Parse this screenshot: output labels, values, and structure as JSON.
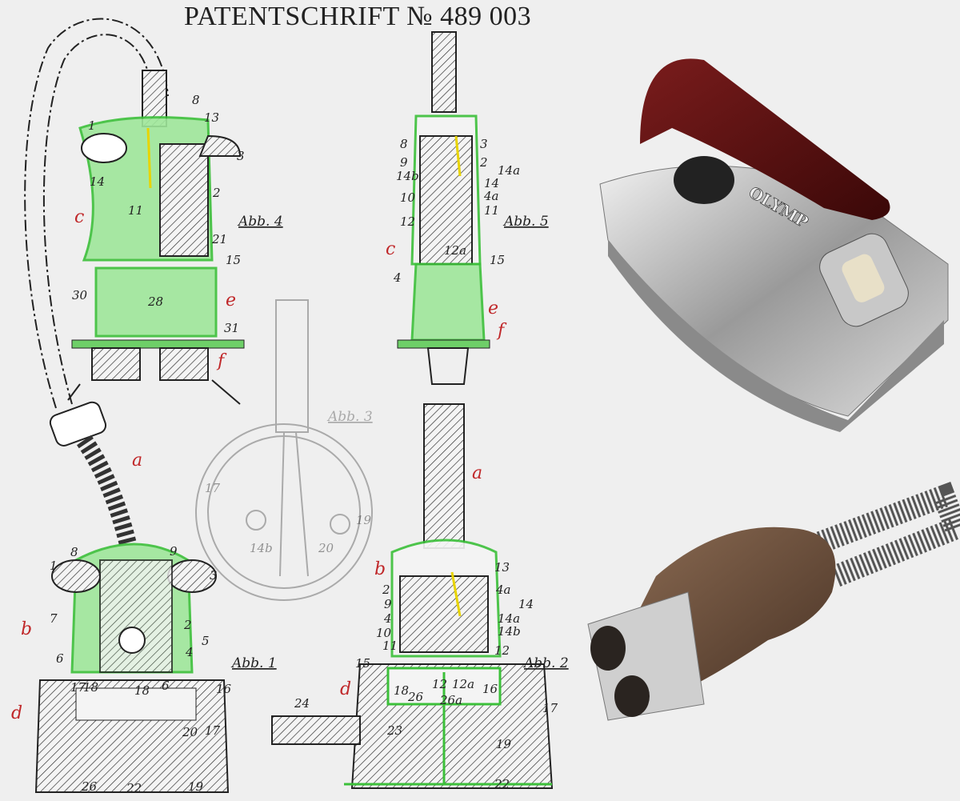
{
  "title": "PATENTSCHRIFT № 489 003",
  "figures": {
    "abb1": "Abb. 1",
    "abb2": "Abb. 2",
    "abb3": "Abb. 3",
    "abb4": "Abb. 4",
    "abb5": "Abb. 5"
  },
  "part_letters": {
    "a": "a",
    "b": "b",
    "c": "c",
    "d": "d",
    "e": "e",
    "f": "f"
  },
  "abb4_numbers": [
    "1",
    "8",
    "13",
    "3",
    "14",
    "2",
    "11",
    "21",
    "15",
    "30",
    "28",
    "31"
  ],
  "abb5_numbers": [
    "8",
    "3",
    "9",
    "2",
    "14b",
    "14a",
    "14",
    "4a",
    "10",
    "11",
    "12",
    "12a",
    "15",
    "4"
  ],
  "abb3_numbers": [
    "17",
    "19",
    "14b",
    "20"
  ],
  "abb1_numbers": [
    "1",
    "8",
    "9",
    "3",
    "7",
    "2",
    "5",
    "4",
    "6",
    "6",
    "17",
    "18",
    "18",
    "16",
    "20",
    "17",
    "26",
    "22",
    "19"
  ],
  "abb2_numbers": [
    "2",
    "13",
    "9",
    "4a",
    "4",
    "14",
    "14a",
    "14b",
    "10",
    "11",
    "12",
    "15",
    "18",
    "12",
    "12a",
    "16",
    "26",
    "26a",
    "17",
    "24",
    "23",
    "19",
    "22"
  ],
  "photos": {
    "iron_brand": "OLYMP"
  },
  "colors": {
    "highlight": "#9fe79a",
    "highlight_stroke": "#3cc03a",
    "letter_red": "#c0282a",
    "wire": "#e8d400"
  }
}
